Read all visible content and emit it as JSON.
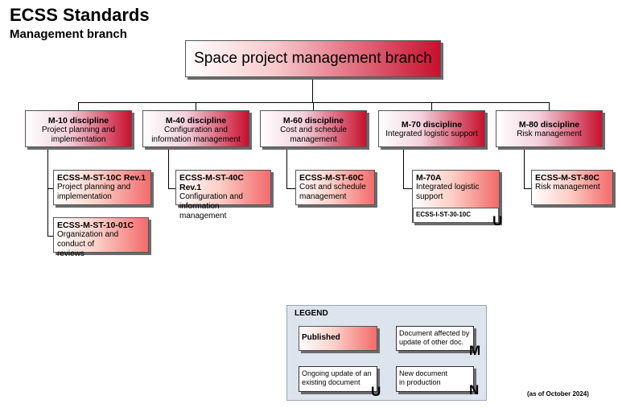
{
  "header": {
    "title": "ECSS Standards",
    "subtitle": "Management branch"
  },
  "root": {
    "label": "Space project management branch"
  },
  "disciplines": [
    {
      "code": "M-10 discipline",
      "name": "Project planning and implementation"
    },
    {
      "code": "M-40 discipline",
      "name": "Configuration and information management"
    },
    {
      "code": "M-60 discipline",
      "name": "Cost and schedule management"
    },
    {
      "code": "M-70 discipline",
      "name": "Integrated logistic support"
    },
    {
      "code": "M-80 discipline",
      "name": "Risk management"
    }
  ],
  "documents": {
    "m10_a": {
      "code": "ECSS-M-ST-10C Rev.1",
      "name": "Project planning and implementation"
    },
    "m10_b": {
      "code": "ECSS-M-ST-10-01C",
      "name": "Organization and conduct of reviews"
    },
    "m40": {
      "code": "ECSS-M-ST-40C Rev.1",
      "name": "Configuration and information management"
    },
    "m60": {
      "code": "ECSS-M-ST-60C",
      "name": "Cost and schedule management"
    },
    "m70": {
      "code": "M-70A",
      "name": "Integrated logistic support",
      "sub_code": "ECSS-I-ST-30-10C",
      "mark": "U"
    },
    "m80": {
      "code": "ECSS-M-ST-80C",
      "name": "Risk management"
    }
  },
  "legend": {
    "title": "LEGEND",
    "published": "Published",
    "affected": "Document affected by update of other doc.",
    "affected_mark": "M",
    "ongoing": "Ongoing update of an existing document",
    "ongoing_mark": "U",
    "new_doc": "New document in production",
    "new_mark": "N"
  },
  "footer": {
    "as_of": "(as of October 2024)"
  },
  "colors": {
    "accent": "#c8102e",
    "legend_bg": "#dde4ee"
  }
}
